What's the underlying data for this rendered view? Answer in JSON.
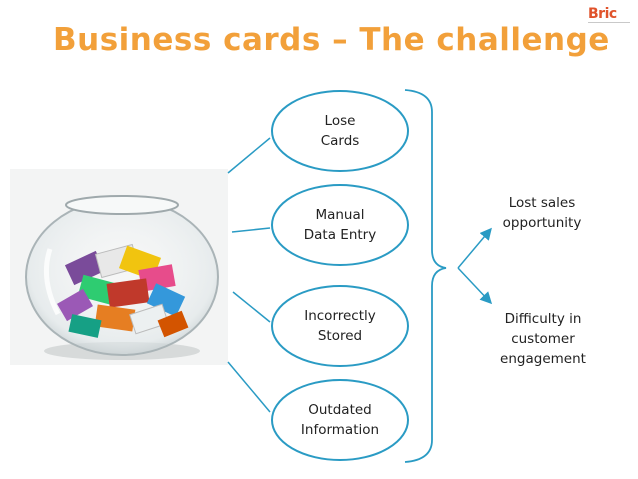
{
  "slide": {
    "title": "Business cards – The challenge",
    "brand": "Bric"
  },
  "diagram": {
    "nodes": [
      {
        "label": "Lose\nCards"
      },
      {
        "label": "Manual\nData Entry"
      },
      {
        "label": "Incorrectly\nStored"
      },
      {
        "label": "Outdated\nInformation"
      }
    ],
    "outcomes": [
      {
        "label": "Lost sales\nopportunity"
      },
      {
        "label": "Difficulty in\ncustomer\nengagement"
      }
    ]
  },
  "colors": {
    "title": "#f2a03a",
    "node_stroke": "#2a9bc4",
    "arrow": "#2a9bc4",
    "brand": "#e0532b"
  }
}
